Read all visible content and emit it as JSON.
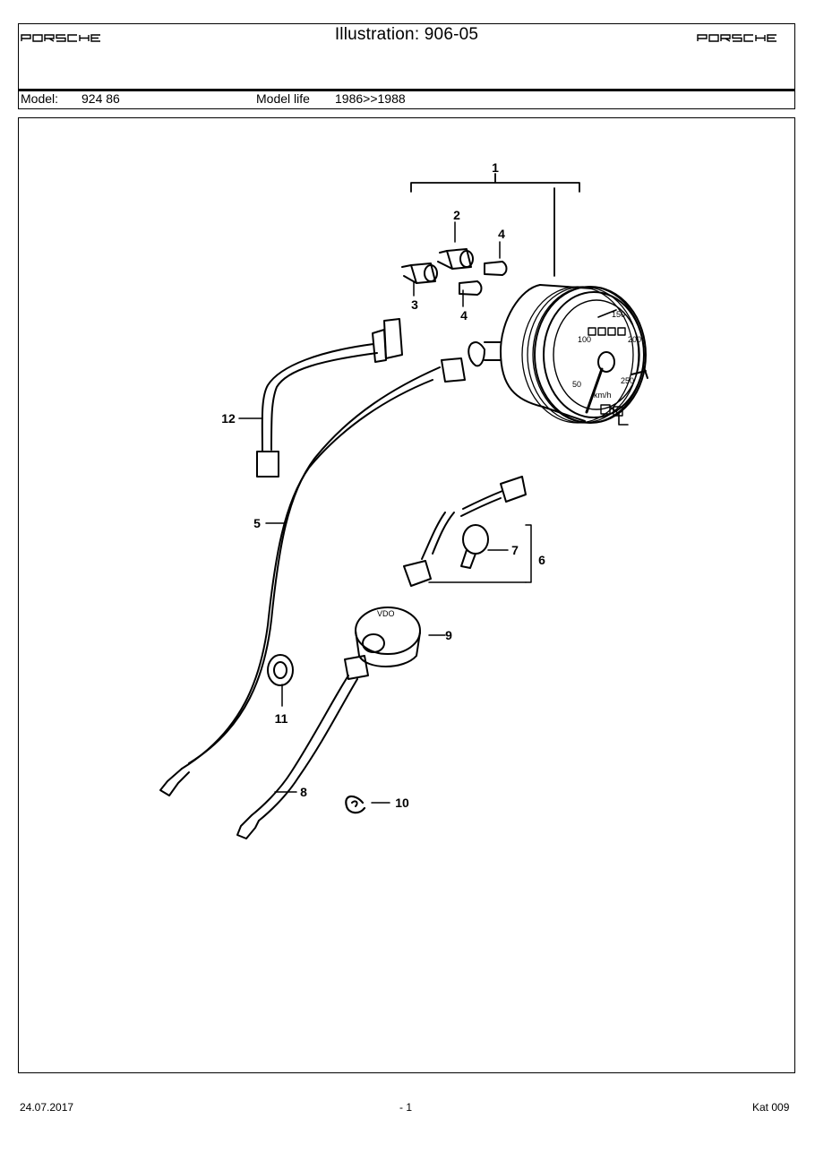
{
  "header": {
    "brand_logo_left": "PORSCHE",
    "brand_logo_right": "PORSCHE",
    "title": "Illustration: 906-05",
    "model_label": "Model:",
    "model_value": "924 86",
    "model_life_label": "Model life",
    "model_life_value": "1986>>1988"
  },
  "illustration": {
    "callouts": [
      "1",
      "2",
      "3",
      "4",
      "4",
      "5",
      "6",
      "7",
      "8",
      "9",
      "10",
      "11",
      "12"
    ],
    "gauge_numbers": [
      "50",
      "100",
      "150",
      "200",
      "250"
    ],
    "gauge_unit": "km/h",
    "sender_brand": "VDO"
  },
  "footer": {
    "date": "24.07.2017",
    "page": "- 1",
    "catalog": "Kat 009"
  }
}
